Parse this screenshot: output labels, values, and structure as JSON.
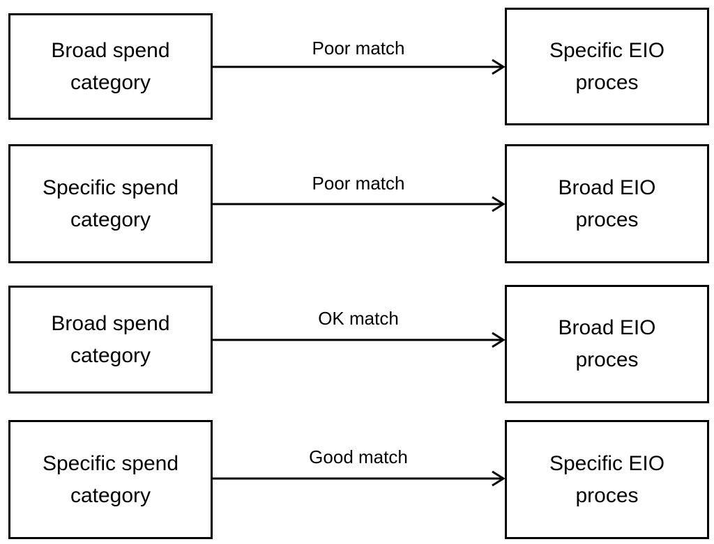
{
  "rows": [
    {
      "source": "Broad spend\ncategory",
      "relation": "Poor match",
      "target": "Specific EIO\nproces"
    },
    {
      "source": "Specific spend\ncategory",
      "relation": "Poor match",
      "target": "Broad EIO\nproces"
    },
    {
      "source": "Broad spend\ncategory",
      "relation": "OK match",
      "target": "Broad EIO\nproces"
    },
    {
      "source": "Specific spend\ncategory",
      "relation": "Good match",
      "target": "Specific EIO\nproces"
    }
  ]
}
